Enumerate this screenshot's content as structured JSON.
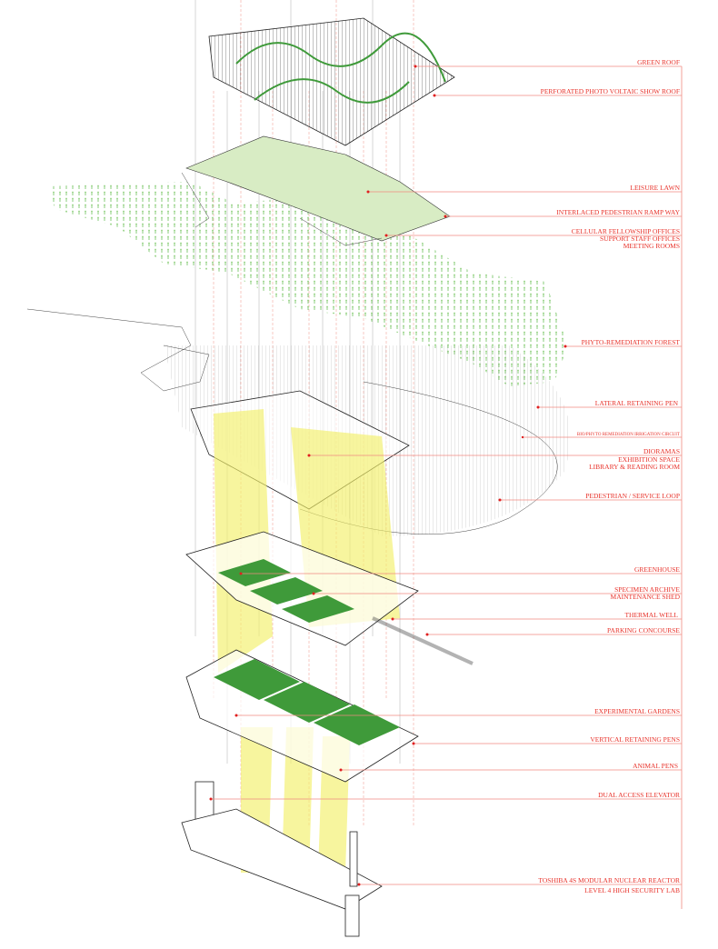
{
  "title": "Exploded axonometric program diagram",
  "colors": {
    "label": "#e8322a",
    "leader": "#f08a80",
    "light_shaft": "#f3f06a",
    "vegetation": "#6cbf5a"
  },
  "labels": {
    "green_roof": "GREEN ROOF",
    "pv_roof": "PERFORATED PHOTO VOLTAIC SHOW ROOF",
    "leisure_lawn": "LEISURE LAWN",
    "ramp_way": "INTERLACED PEDESTRIAN RAMP WAY",
    "offices": [
      "CELLULAR FELLOWSHIP OFFICES",
      "SUPPORT STAFF OFFICES",
      "MEETING ROOMS"
    ],
    "phyto_forest": "PHYTO-REMEDIATION FOREST",
    "lateral_pen": "LATERAL RETAINING PEN",
    "irrigation": "BIO/PHYTO REMEDIATION IRRIGATION CIRCUIT",
    "exhibits": [
      "DIORAMAS",
      "EXHIBITION SPACE",
      "LIBRARY & READING ROOM"
    ],
    "service_loop": "PEDESTRIAN / SERVICE LOOP",
    "greenhouse": "GREENHOUSE",
    "archive": [
      "SPECIMEN ARCHIVE",
      "MAINTENANCE SHED"
    ],
    "thermal_well": "THERMAL WELL",
    "parking": "PARKING CONCOURSE",
    "gardens": "EXPERIMENTAL GARDENS",
    "vertical_pens": "VERTICAL RETAINING PENS",
    "animal_pens": "ANIMAL PENS",
    "elevator": "DUAL ACCESS ELEVATOR",
    "lab": [
      "TOSHIBA 4S  MODULAR NUCLEAR REACTOR",
      "LEVEL 4 HIGH SECURITY LAB"
    ]
  }
}
